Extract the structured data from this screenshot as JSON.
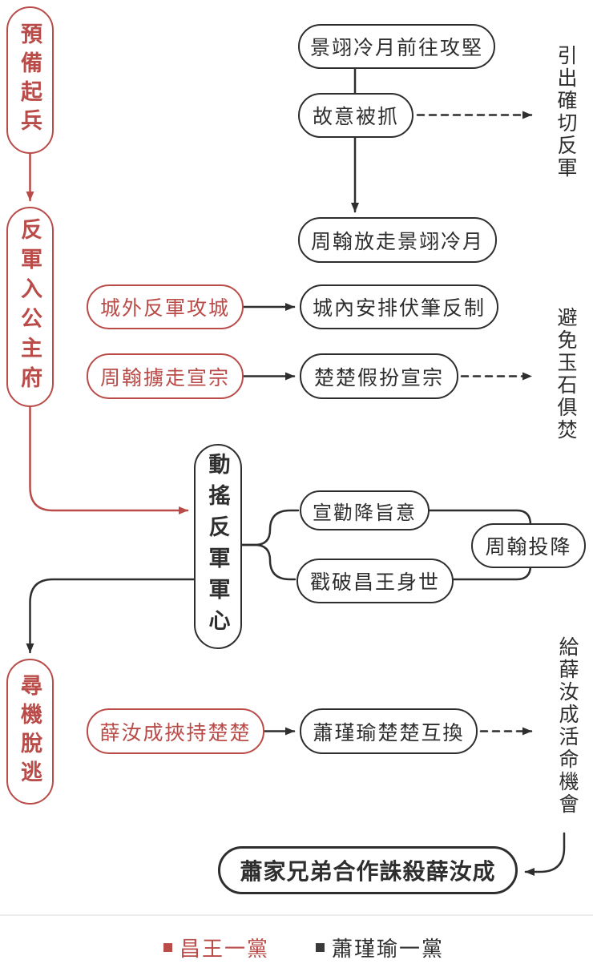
{
  "palette": {
    "red": "#b94c49",
    "ink": "#2e2e2e",
    "divider_gray": "#ececec",
    "background": "#ffffff"
  },
  "stages": [
    {
      "label": "預備起兵"
    },
    {
      "label": "反軍入公主府"
    },
    {
      "label": "尋機脫逃"
    }
  ],
  "pivot": {
    "label": "動搖反軍軍心"
  },
  "nodes": {
    "assault": "景翊冷月前往攻堅",
    "captured": "故意被抓",
    "release": "周翰放走景翊冷月",
    "siege": "城外反軍攻城",
    "counter": "城內安排伏筆反制",
    "abduct": "周翰擄走宣宗",
    "disguise": "楚楚假扮宣宗",
    "edict": "宣勸降旨意",
    "expose": "戳破昌王身世",
    "surrender": "周翰投降",
    "hostage": "薛汝成挾持楚楚",
    "swap": "蕭瑾瑜楚楚互換",
    "finale": "蕭家兄弟合作誅殺薛汝成"
  },
  "annotations": {
    "lure": "引出確切反軍",
    "avoid": "避免玉石俱焚",
    "chance": "給薛汝成活命機會"
  },
  "legend": [
    {
      "label": "昌王一黨",
      "color": "#b94c49"
    },
    {
      "label": "蕭瑾瑜一黨",
      "color": "#3a3a3a"
    }
  ]
}
